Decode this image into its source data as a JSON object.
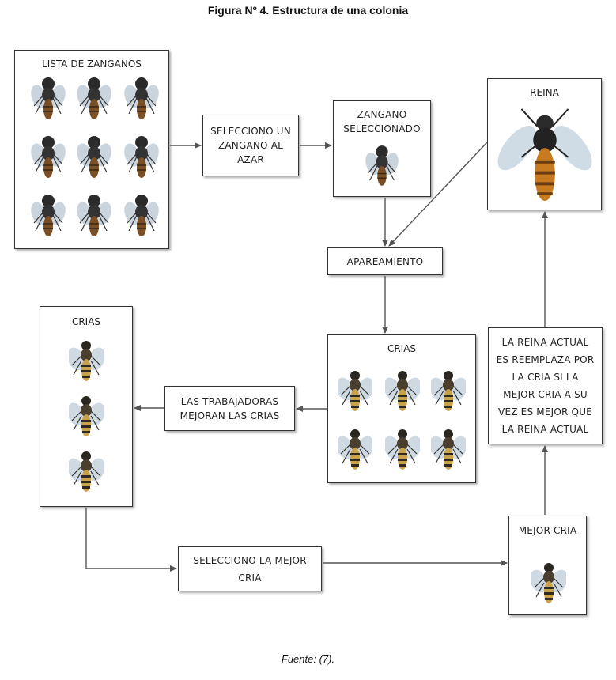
{
  "figure": {
    "caption": "Figura Nº 4. Estructura de una colonia",
    "source": "Fuente: (7)."
  },
  "nodes": {
    "drone_list": {
      "title": "LISTA DE ZANGANOS"
    },
    "select_random_drone": {
      "label": "SELECCIONO UN ZANGANO AL AZAR"
    },
    "selected_drone": {
      "title": "ZANGANO SELECCIONADO"
    },
    "queen": {
      "title": "REINA"
    },
    "mating": {
      "label": "APAREAMIENTO"
    },
    "broods_right": {
      "title": "CRIAS"
    },
    "workers_improve": {
      "label": "LAS TRABAJADORAS MEJORAN LAS CRIAS"
    },
    "broods_left": {
      "title": "CRIAS"
    },
    "replace_queen": {
      "label": "LA REINA ACTUAL ES REEMPLAZA POR LA CRIA SI LA MEJOR CRIA A SU VEZ ES MEJOR QUE LA REINA ACTUAL"
    },
    "select_best": {
      "label": "SELECCIONO LA MEJOR CRIA"
    },
    "best_brood": {
      "title": "MEJOR CRIA"
    }
  },
  "icons": {
    "drone": "drone-bee-icon",
    "worker": "worker-bee-icon",
    "queen": "queen-bee-icon"
  },
  "colors": {
    "drone_body": "#2b2b2b",
    "drone_abdomen": "#8a5a2b",
    "worker_stripe_light": "#c9a24a",
    "worker_stripe_dark": "#2e2a22",
    "queen_abdomen": "#c77a1f",
    "wing": "#b9c9d6",
    "line": "#555555"
  }
}
